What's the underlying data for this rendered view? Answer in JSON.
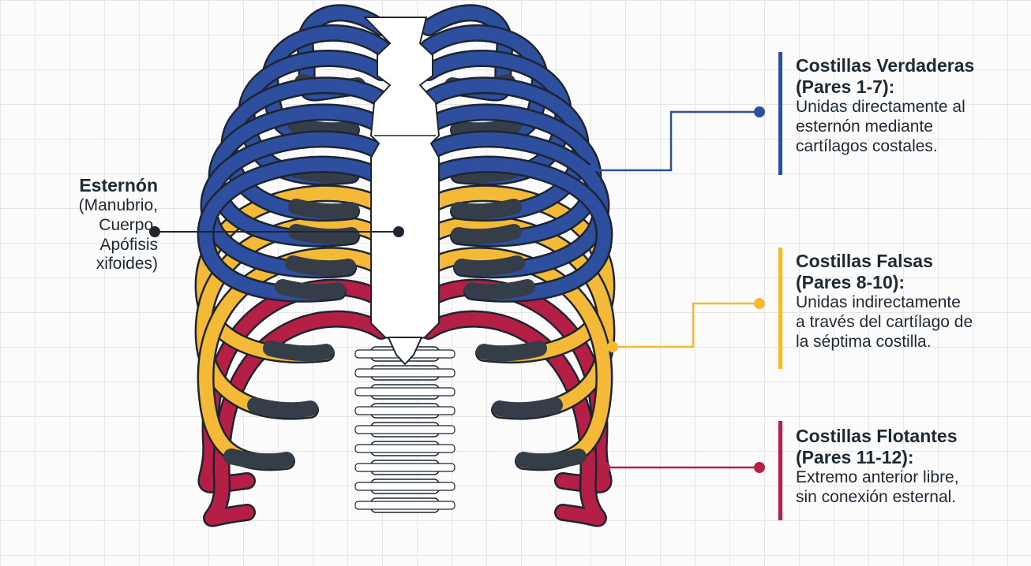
{
  "colors": {
    "true_ribs": "#2e4fa0",
    "false_ribs": "#f4b937",
    "floating_ribs": "#b51f45",
    "cartilage": "#343d48",
    "bone": "#ffffff",
    "outline": "#1d2530",
    "grid": "#e6e6e6"
  },
  "icons": {
    "leader_end": "filled-dot"
  },
  "labels": {
    "sternum": {
      "title": "Esternón",
      "desc": "(Manubrio,\nCuerpo,\nApófisis\nxifoides)"
    },
    "true_ribs": {
      "title": "Costillas Verdaderas\n(Pares 1-7):",
      "desc": "Unidas directamente al\nesternón mediante\ncartílagos costales."
    },
    "false_ribs": {
      "title": "Costillas Falsas\n(Pares 8-10):",
      "desc": "Unidas indirectamente\na través del cartílago de\nla séptima costilla."
    },
    "floating_ribs": {
      "title": "Costillas Flotantes\n(Pares 11-12):",
      "desc": "Extremo anterior libre,\nsin conexión esternal."
    }
  }
}
